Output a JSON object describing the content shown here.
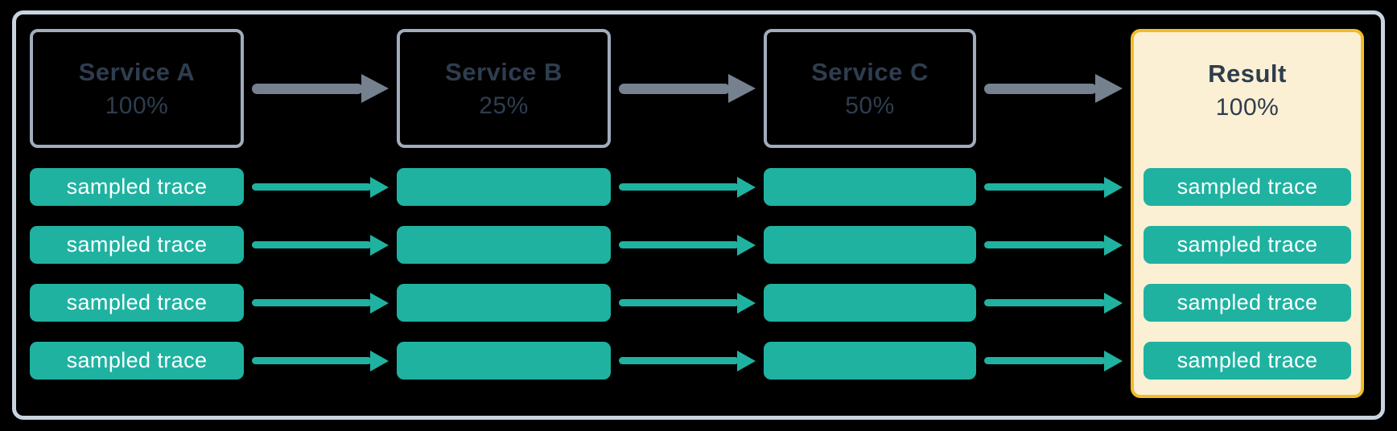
{
  "colors": {
    "canvas_bg": "#000000",
    "container_border": "#C9D4E1",
    "service_box_border": "#9FADBD",
    "service_text": "#2E3D4F",
    "trace_bg": "#1FB2A1",
    "trace_text": "#FFFFFF",
    "flow_arrow": "#75818E",
    "trace_arrow": "#1FB2A1",
    "result_bg": "#FBF0D3",
    "result_border": "#F2BC29"
  },
  "diagram": {
    "columns": [
      {
        "title": "Service A",
        "rate": "100%",
        "traces": [
          "sampled trace",
          "sampled trace",
          "sampled trace",
          "sampled trace"
        ]
      },
      {
        "title": "Service B",
        "rate": "25%"
      },
      {
        "title": "Service C",
        "rate": "50%"
      }
    ],
    "result": {
      "title": "Result",
      "rate": "100%",
      "traces": [
        "sampled trace",
        "sampled trace",
        "sampled trace",
        "sampled trace"
      ]
    }
  }
}
